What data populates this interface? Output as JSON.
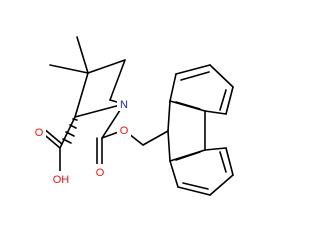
{
  "molecule": {
    "colors": {
      "carbon_bond": "#000000",
      "nitrogen": "#1a1aff",
      "oxygen": "#ff0d0d"
    },
    "atom_labels": {
      "nitrogen": "N",
      "carbamate_oxygen_single": "O",
      "carbamate_oxygen_double": "O",
      "acid_oxygen_double": "O",
      "acid_hydroxyl": "OH"
    }
  }
}
